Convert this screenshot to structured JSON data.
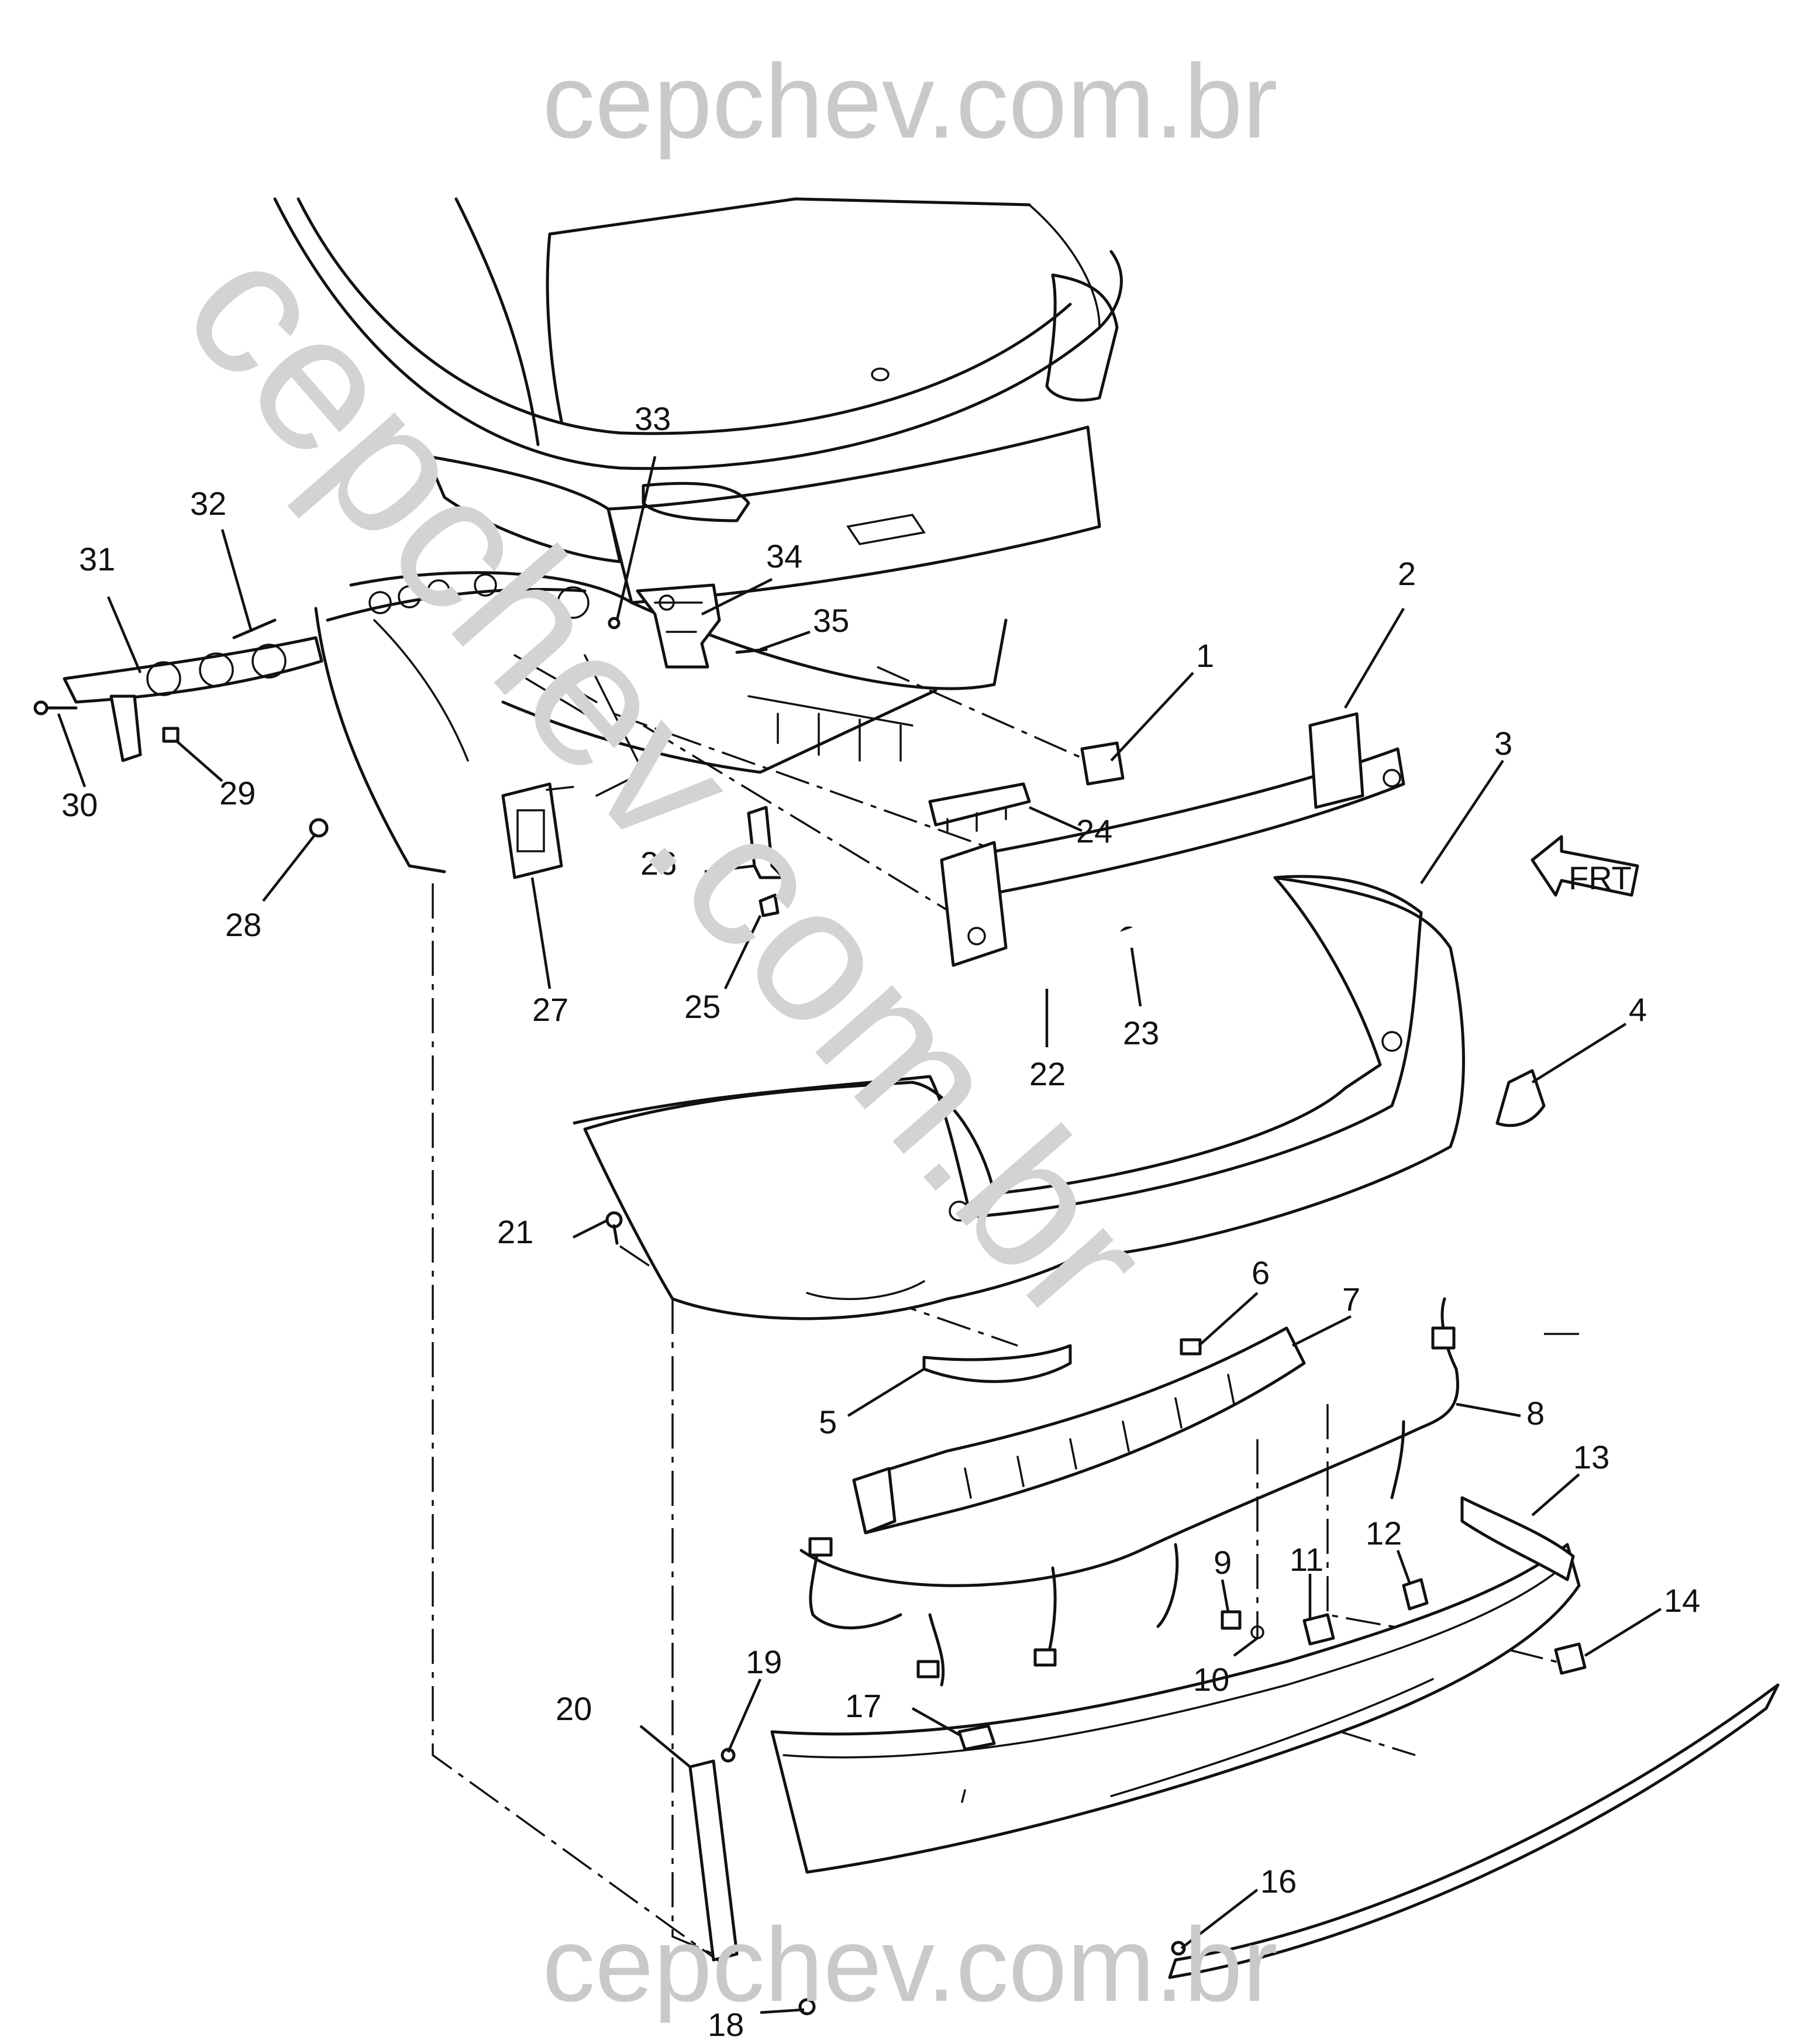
{
  "watermarks": {
    "top": "cepchev.com.br",
    "bottom": "cepchev.com.br",
    "diagonal": "cepchev.com.br"
  },
  "direction_arrow": {
    "label": "FRT"
  },
  "callouts": {
    "c1": "1",
    "c2": "2",
    "c3": "3",
    "c4": "4",
    "c5": "5",
    "c6": "6",
    "c7": "7",
    "c8": "8",
    "c9": "9",
    "c10": "10",
    "c11": "11",
    "c12": "12",
    "c13": "13",
    "c14": "14",
    "c15": "16",
    "c16": "17",
    "c17": "18",
    "c18": "19",
    "c19": "20",
    "c20": "21",
    "c21": "22",
    "c22": "23",
    "c23": "24",
    "c24": "25",
    "c25": "26",
    "c26": "27",
    "c27": "28",
    "c28": "29",
    "c29": "30",
    "c30": "31",
    "c31": "32",
    "c32": "33",
    "c33": "34",
    "c34": "35"
  },
  "colors": {
    "line": "#111111",
    "watermark": "#c9c9c9",
    "background": "#ffffff"
  }
}
